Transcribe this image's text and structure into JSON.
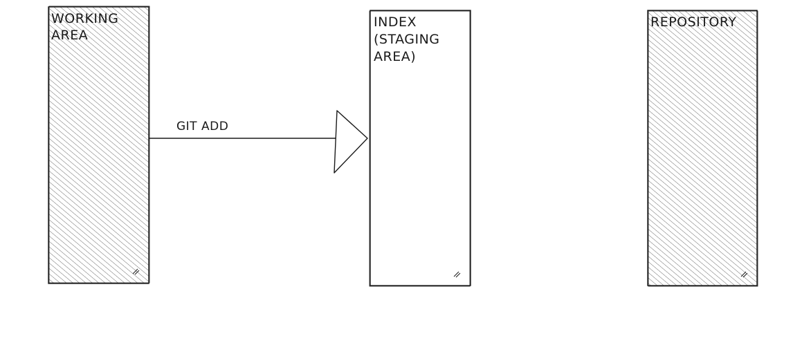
{
  "diagram": {
    "nodes": [
      {
        "id": "working-area",
        "lines": [
          "WORKING",
          "AREA"
        ],
        "fill": "hatched"
      },
      {
        "id": "index",
        "lines": [
          "INDEX",
          "(STAGING",
          "AREA)"
        ],
        "fill": "none"
      },
      {
        "id": "repository",
        "lines": [
          "REPOSITORY"
        ],
        "fill": "hatched"
      }
    ],
    "edges": [
      {
        "from": "working-area",
        "to": "index",
        "label": "GIT ADD"
      }
    ]
  },
  "colors": {
    "stroke": "#1a1a1a",
    "hatch": "#5a5a5a",
    "background": "#ffffff"
  }
}
